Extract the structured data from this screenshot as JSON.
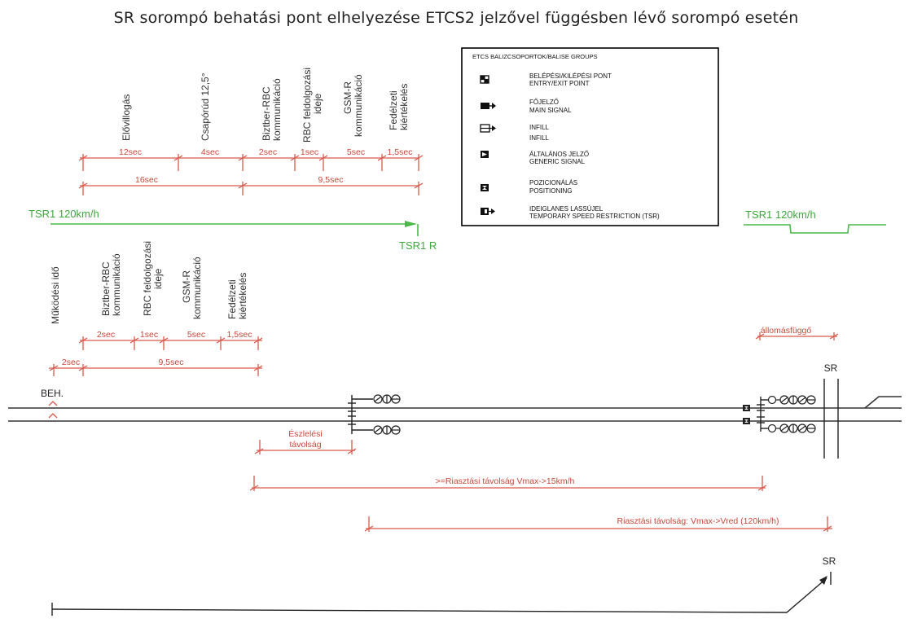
{
  "title": "SR sorompó behatási pont elhelyezése ETCS2 jelzővel függésben lévő sorompó esetén",
  "upper_timing": {
    "phase_labels": [
      {
        "line1": "Elővillogás",
        "line2": ""
      },
      {
        "line1": "Csapórúd 12,5°",
        "line2": ""
      },
      {
        "line1": "Biztber-RBC",
        "line2": "kommunikáció"
      },
      {
        "line1": "RBC feldolgozási",
        "line2": "ideje"
      },
      {
        "line1": "GSM-R",
        "line2": "kommunikáció"
      },
      {
        "line1": "Fedélzeti",
        "line2": "kiértékelés"
      }
    ],
    "segments": [
      "12sec",
      "4sec",
      "2sec",
      "1sec",
      "5sec",
      "1,5sec"
    ],
    "totals": [
      "16sec",
      "9,5sec"
    ]
  },
  "lower_timing": {
    "phase_labels": [
      {
        "line1": "Működési idő",
        "line2": ""
      },
      {
        "line1": "Biztber-RBC",
        "line2": "kommunikáció"
      },
      {
        "line1": "RBC feldolgozási",
        "line2": "ideje"
      },
      {
        "line1": "GSM-R",
        "line2": "kommunikáció"
      },
      {
        "line1": "Fedélzeti",
        "line2": "kiértékelés"
      }
    ],
    "segments": [
      "2sec",
      "1sec",
      "5sec",
      "1,5sec"
    ],
    "totals": [
      "2sec",
      "9,5sec"
    ]
  },
  "tsr": {
    "left_label": "TSR1 120km/h",
    "end_label": "TSR1 R",
    "right_label": "TSR1 120km/h"
  },
  "legend": {
    "title": "ETCS BALIZCSOPORTOK/BALISE GROUPS",
    "items": [
      {
        "icon": "entry-exit-point-icon",
        "hu": "BELÉPÉSI/KILÉPÉSI PONT",
        "en": "ENTRY/EXIT POINT"
      },
      {
        "icon": "main-signal-icon",
        "hu": "FŐJELZŐ",
        "en": "MAIN SIGNAL"
      },
      {
        "icon": "infill-icon",
        "hu": "INFILL",
        "en": "INFILL"
      },
      {
        "icon": "generic-signal-icon",
        "hu": "ÁLTALÁNOS JELZŐ",
        "en": "GENERIC SIGNAL"
      },
      {
        "icon": "positioning-icon",
        "hu": "POZICIONÁLÁS",
        "en": "POSITIONING"
      },
      {
        "icon": "tsr-icon",
        "hu": "IDEIGLANES LASSÚJEL",
        "en": "TEMPORARY SPEED RESTRICTION (TSR)"
      }
    ]
  },
  "track": {
    "beh_label": "BEH.",
    "sr_label": "SR",
    "station_dependent": "állomásfüggő",
    "detection_line1": "Észlelési",
    "detection_line2": "távolság",
    "warning_min": ">=Riasztási távolság Vmax->15km/h",
    "warning_red": "Riasztási távolság: Vmax->Vred (120km/h)"
  },
  "bottom": {
    "sr_label": "SR"
  }
}
